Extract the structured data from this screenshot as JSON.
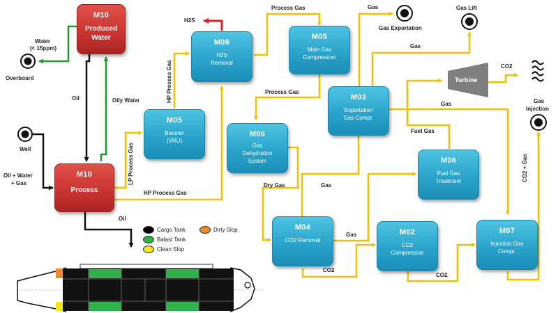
{
  "colors": {
    "gas_line": "#f5c000",
    "oil_line": "#111111",
    "water_line": "#1f9a2e",
    "h2s_line": "#e02020",
    "module_blue": "#2aa4cc",
    "module_red": "#c83330",
    "turbine": "#7f7f7f",
    "cargo_tank": "#000000",
    "ballast_tank": "#2fb24a",
    "clean_slop": "#f7e51b",
    "dirty_slop": "#f08a2a"
  },
  "modules": {
    "produced_water": {
      "code": "M10",
      "name1": "Produced",
      "name2": "Water"
    },
    "process": {
      "code": "M10",
      "name1": "Process",
      "name2": ""
    },
    "booster": {
      "code": "M05",
      "name1": "Booster",
      "name2": "(VRU)"
    },
    "h2s_removal": {
      "code": "M08",
      "name1": "H2S",
      "name2": "Removal"
    },
    "main_gas_compression": {
      "code": "M05",
      "name1": "Main Gas",
      "name2": "Compression"
    },
    "gas_dehydration": {
      "code": "M06",
      "name1": "Gas",
      "name2": "Dehydration",
      "name3": "System"
    },
    "exportation_gas_compr": {
      "code": "M03",
      "name1": "Exportation",
      "name2": "Gas Compr."
    },
    "fuel_gas_treatment": {
      "code": "M06",
      "name1": "Fuel Gas",
      "name2": "Treatment"
    },
    "co2_removal": {
      "code": "M04",
      "name1": "CO2 Removal",
      "name2": ""
    },
    "co2_compression": {
      "code": "M02",
      "name1": "CO2",
      "name2": "Compression"
    },
    "injection_gas_compr": {
      "code": "M07",
      "name1": "Injection Gas",
      "name2": "Compr."
    }
  },
  "equipment": {
    "turbine": "Turbine"
  },
  "terminals": {
    "overboard": "Overboard",
    "well": "Well",
    "gas_exportation": "Gas Exportation",
    "gas_lift": "Gas Lift",
    "gas_injection_1": "Gas",
    "gas_injection_2": "Injection"
  },
  "flow_labels": {
    "water_1": "Water",
    "water_2": "(< 15ppm)",
    "oil_up": "Oil",
    "oily_water": "Oily Water",
    "oil_water_gas_1": "Oil + Water",
    "oil_water_gas_2": "+ Gas",
    "lp_process_gas": "LP Process Gas",
    "hp_process_gas_vertical": "HP Process Gas",
    "hp_process_gas": "HP Process Gas",
    "h2s": "H2S",
    "process_gas_top": "Process Gas",
    "process_gas_mid": "Process Gas",
    "gas_export": "Gas",
    "gas_lift_line": "Gas",
    "co2_exhaust": "CO2",
    "gas_to_injection": "Gas",
    "fuel_gas": "Fuel Gas",
    "dry_gas": "Dry Gas",
    "gas_to_m03": "Gas",
    "gas_from_m04": "Gas",
    "co2_from_m04": "CO2",
    "co2_from_m02": "CO2",
    "co2_plus_gas": "CO2 + Gas",
    "oil_down": "Oil"
  },
  "legend": [
    {
      "label": "Cargo Tank",
      "color": "#000000"
    },
    {
      "label": "Balast Tank",
      "color": "#2fb24a"
    },
    {
      "label": "Clean Slop",
      "color": "#f7e51b"
    },
    {
      "label": "Dirty Slop",
      "color": "#f08a2a"
    }
  ]
}
